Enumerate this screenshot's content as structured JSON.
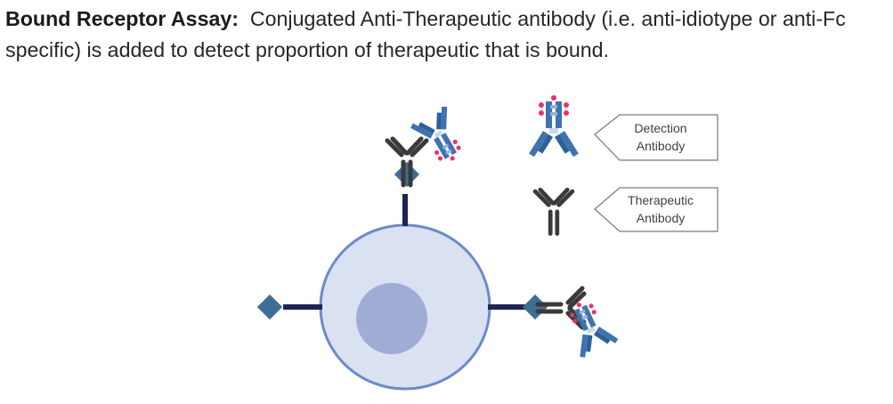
{
  "caption": {
    "bold_label": "Bound Receptor Assay:",
    "text": "Conjugated Anti-Therapeutic antibody (i.e. anti-idiotype or anti-Fc specific) is added to detect proportion of therapeutic that is bound."
  },
  "legend": {
    "detection": [
      "Detection",
      "Antibody"
    ],
    "therapeutic": [
      "Therapeutic",
      "Antibody"
    ]
  },
  "colors": {
    "cell_fill": "#dae1f1",
    "cell_stroke": "#6b8bc8",
    "nucleus": "#9fadd6",
    "receptor_stem": "#1f2455",
    "receptor_head": "#3d6e96",
    "therapeutic_antibody": "#3a3a3a",
    "detection_antibody": "#3e73b0",
    "conjugate": "#e8336b"
  }
}
